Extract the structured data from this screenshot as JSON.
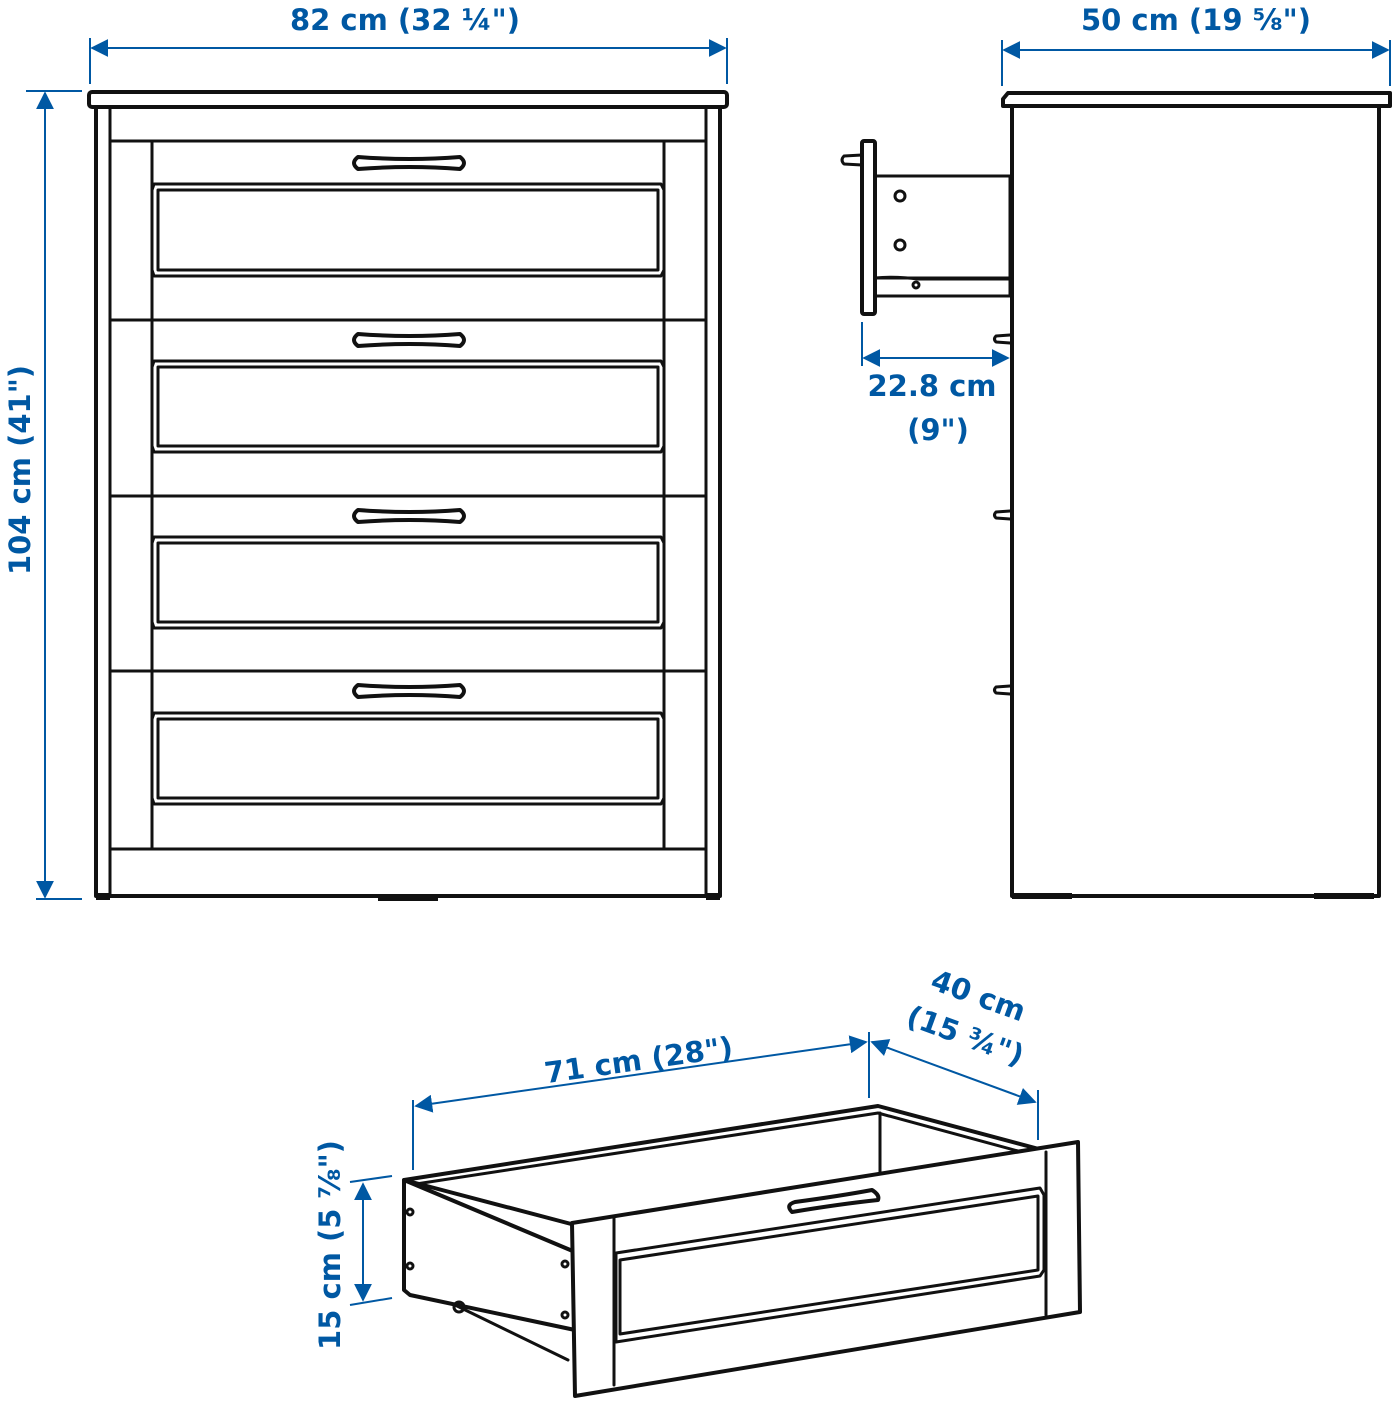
{
  "colors": {
    "dimension_blue": "#0058a3",
    "line_black": "#111111",
    "background": "#ffffff"
  },
  "front_view": {
    "width_label": "82 cm (32 ¼\")",
    "height_label": "104 cm (41\")",
    "drawer_count": 4
  },
  "side_view": {
    "depth_label": "50 cm (19 ⅝\")",
    "drawer_extension_label_cm": "22.8 cm",
    "drawer_extension_label_in": "(9\")"
  },
  "drawer_view": {
    "inner_width_label": "71 cm (28\")",
    "inner_depth_label_cm": "40 cm",
    "inner_depth_label_in": "(15 ¾\")",
    "inner_height_label": "15 cm (5 ⅞\")"
  }
}
